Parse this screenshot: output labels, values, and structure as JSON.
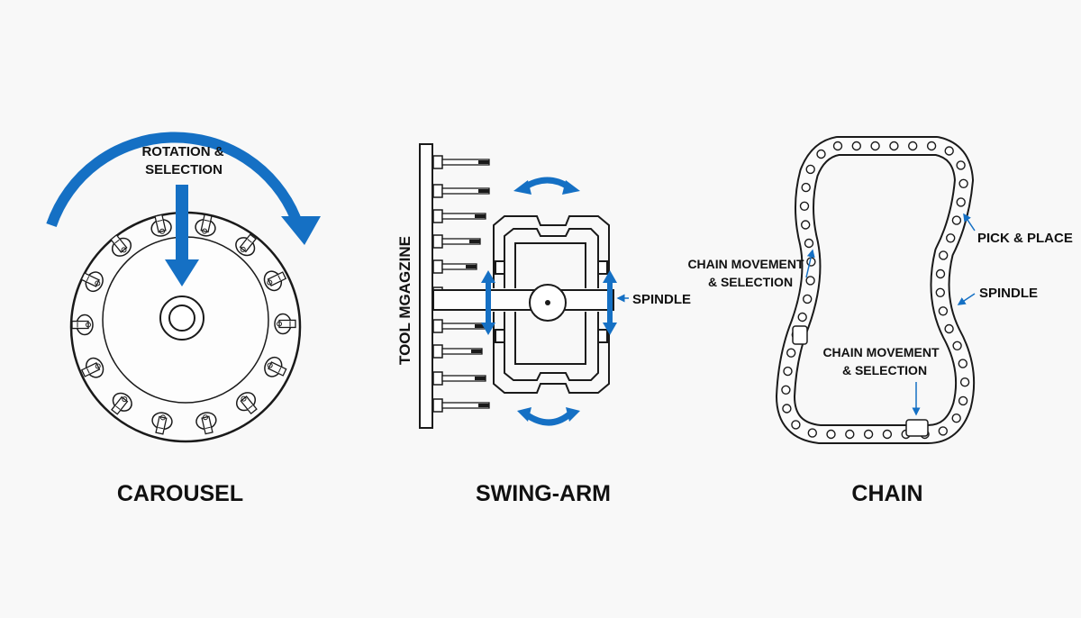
{
  "colors": {
    "accent": "#1570c4",
    "ink": "#1a1a1a",
    "background": "#f8f8f8"
  },
  "carousel": {
    "title": "CAROUSEL",
    "rotation_label_line1": "ROTATION &",
    "rotation_label_line2": "SELECTION"
  },
  "swing_arm": {
    "title": "SWING-ARM",
    "magazine_label": "TOOL MGAGZINE",
    "spindle_label": "SPINDLE"
  },
  "chain": {
    "title": "CHAIN",
    "movement_label_line1": "CHAIN MOVEMENT",
    "movement_label_line2": "& SELECTION",
    "center_label_line1": "CHAIN MOVEMENT",
    "center_label_line2": "& SELECTION",
    "pick_place_label": "PICK & PLACE",
    "spindle_label": "SPINDLE"
  }
}
